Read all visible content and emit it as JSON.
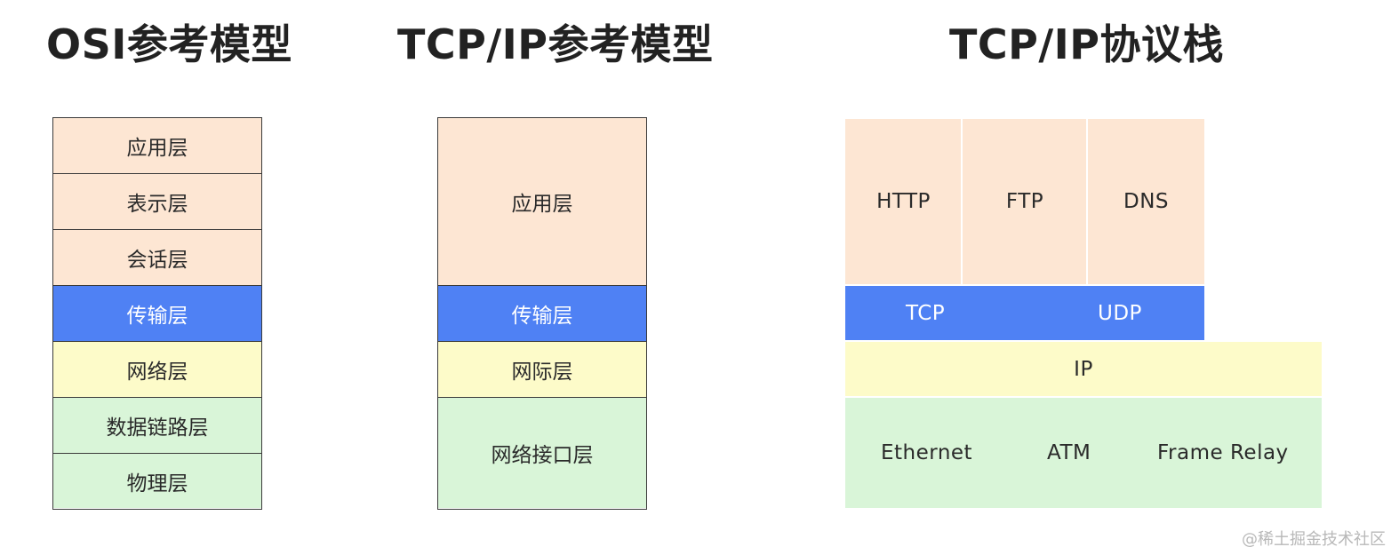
{
  "titles": {
    "osi": "OSI参考模型",
    "tcpip_model": "TCP/IP参考模型",
    "tcpip_stack": "TCP/IP协议栈"
  },
  "osi_layers": [
    "应用层",
    "表示层",
    "会话层",
    "传输层",
    "网络层",
    "数据链路层",
    "物理层"
  ],
  "tcpip_layers": [
    "应用层",
    "传输层",
    "网际层",
    "网络接口层"
  ],
  "protocol_stack": {
    "application": [
      "HTTP",
      "FTP",
      "DNS"
    ],
    "transport": [
      "TCP",
      "UDP"
    ],
    "internet": [
      "IP"
    ],
    "link": [
      "Ethernet",
      "ATM",
      "Frame Relay"
    ]
  },
  "colors": {
    "application": "#fde6d3",
    "transport": "#4f81f4",
    "internet": "#fdfbc9",
    "link": "#d9f5d8"
  },
  "watermark": "@稀土掘金技术社区"
}
